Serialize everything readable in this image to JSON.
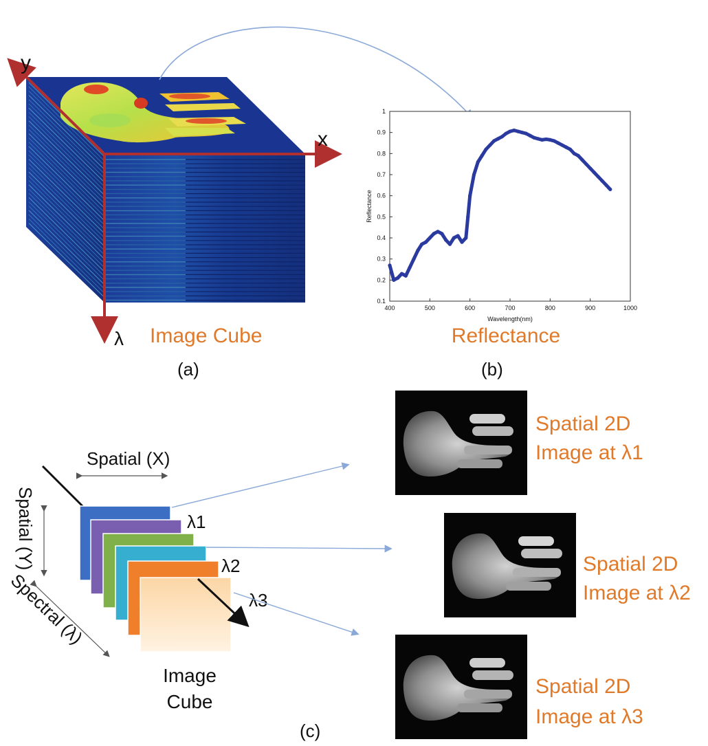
{
  "panel_a": {
    "axis_y": "y",
    "axis_x": "x",
    "axis_lambda": "λ",
    "title": "Image Cube",
    "caption": "(a)"
  },
  "panel_b": {
    "title": "Reflectance",
    "caption": "(b)",
    "chart_data": {
      "type": "line",
      "xlabel": "Wavelength(nm)",
      "ylabel": "Reflectance",
      "xlim": [
        400,
        1000
      ],
      "ylim": [
        0.1,
        1
      ],
      "xticks": [
        "400",
        "500",
        "600",
        "700",
        "800",
        "900",
        "1000"
      ],
      "yticks": [
        "0.1",
        "0.2",
        "0.3",
        "0.4",
        "0.5",
        "0.6",
        "0.7",
        "0.8",
        "0.9",
        "1"
      ],
      "series": [
        {
          "color": "#2a3a9e",
          "x": [
            400,
            410,
            420,
            430,
            440,
            450,
            460,
            470,
            480,
            490,
            500,
            510,
            520,
            530,
            540,
            550,
            560,
            570,
            580,
            590,
            595,
            600,
            610,
            620,
            630,
            640,
            650,
            660,
            670,
            680,
            690,
            700,
            710,
            720,
            730,
            740,
            750,
            760,
            770,
            780,
            790,
            800,
            810,
            820,
            830,
            840,
            850,
            860,
            870,
            880,
            890,
            900,
            910,
            920,
            930,
            940,
            950
          ],
          "y": [
            0.27,
            0.2,
            0.21,
            0.23,
            0.22,
            0.26,
            0.3,
            0.34,
            0.37,
            0.38,
            0.4,
            0.42,
            0.43,
            0.42,
            0.39,
            0.37,
            0.4,
            0.41,
            0.38,
            0.4,
            0.5,
            0.6,
            0.7,
            0.76,
            0.79,
            0.82,
            0.84,
            0.86,
            0.87,
            0.88,
            0.895,
            0.905,
            0.91,
            0.905,
            0.9,
            0.895,
            0.885,
            0.875,
            0.87,
            0.865,
            0.868,
            0.865,
            0.86,
            0.85,
            0.84,
            0.83,
            0.82,
            0.8,
            0.79,
            0.77,
            0.75,
            0.73,
            0.71,
            0.69,
            0.67,
            0.65,
            0.63
          ]
        }
      ]
    }
  },
  "panel_c": {
    "spatial_x": "Spatial (X)",
    "spatial_y": "Spatial (Y)",
    "spectral": "Spectral (λ)",
    "lambda1": "λ1",
    "lambda2": "λ2",
    "lambda3": "λ3",
    "cube_line1": "Image",
    "cube_line2": "Cube",
    "caption": "(c)",
    "layer_colors": [
      "#3c6fc4",
      "#7a5fb0",
      "#7fb04a",
      "#35aed0",
      "#ef7f2a",
      "#fbd7a8"
    ],
    "images": [
      {
        "line1": "Spatial 2D",
        "line2": "Image at λ1"
      },
      {
        "line1": "Spatial 2D",
        "line2": "Image at λ2"
      },
      {
        "line1": "Spatial 2D",
        "line2": "Image at λ3"
      }
    ]
  }
}
